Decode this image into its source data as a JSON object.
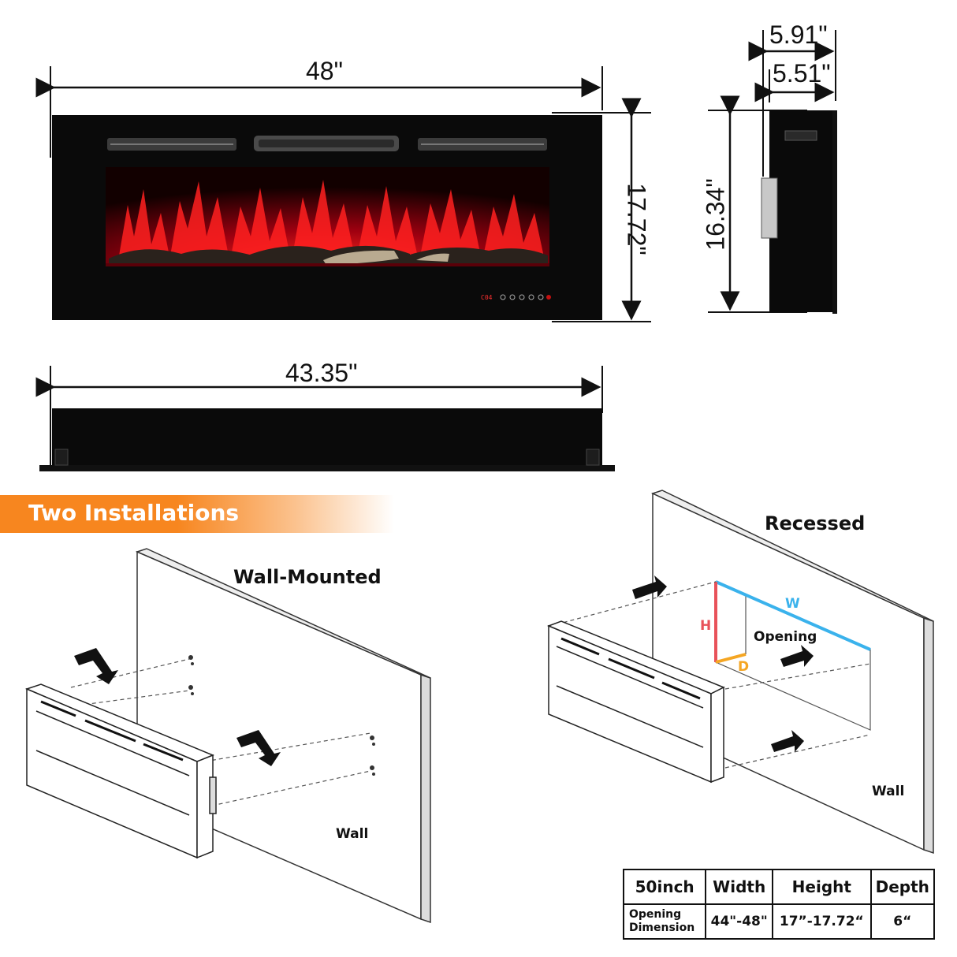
{
  "dimensions": {
    "total_width": "48\"",
    "total_height": "17.72\"",
    "depth_outer": "5.91\"",
    "depth_inner": "5.51\"",
    "body_height": "16.34\"",
    "body_width": "43.35\""
  },
  "panel": {
    "control_display": "C04"
  },
  "section_title": "Two Installations",
  "wall_mounted": {
    "title": "Wall-Mounted",
    "wall_label": "Wall"
  },
  "recessed": {
    "title": "Recessed",
    "opening_label": "Opening",
    "w_label": "W",
    "h_label": "H",
    "d_label": "D",
    "wall_label": "Wall"
  },
  "colors": {
    "banner": "#f7861f",
    "width_line": "#3ab2ec",
    "height_line": "#e8525a",
    "depth_line": "#f5a623",
    "flame": "#d8141a"
  },
  "spec_table": {
    "headers": [
      "50inch",
      "Width",
      "Height",
      "Depth"
    ],
    "row_label": "Opening\nDimension",
    "row_label_line1": "Opening",
    "row_label_line2": "Dimension",
    "values": [
      "44\"-48\"",
      "17”-17.72“",
      "6“"
    ]
  }
}
